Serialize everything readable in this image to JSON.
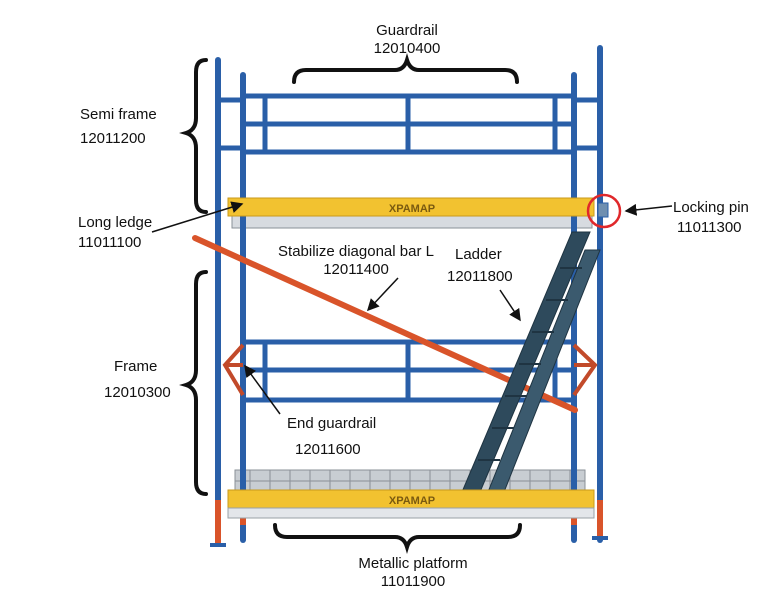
{
  "labels": {
    "guardrail": {
      "name": "Guardrail",
      "code": "12010400"
    },
    "semi_frame": {
      "name": "Semi frame",
      "code": "12011200"
    },
    "long_ledge": {
      "name": "Long ledge",
      "code": "11011100"
    },
    "locking_pin": {
      "name": "Locking pin",
      "code": "11011300"
    },
    "stabilize_bar": {
      "name": "Stabilize diagonal bar L",
      "code": "12011400"
    },
    "ladder": {
      "name": "Ladder",
      "code": "12011800"
    },
    "frame": {
      "name": "Frame",
      "code": "12010300"
    },
    "end_guardrail": {
      "name": "End guardrail",
      "code": "12011600"
    },
    "metallic_platform": {
      "name": "Metallic platform",
      "code": "11011900"
    }
  },
  "brand": {
    "ledge_logo": "XPAMAP",
    "platform_logo": "XPAMAP"
  },
  "colors": {
    "frame_blue": "#2a5fa8",
    "ledge_yellow": "#f2c230",
    "bar_red": "#d9542a",
    "ladder_dark": "#2e4a5c",
    "highlight_circle": "#e0282b"
  }
}
